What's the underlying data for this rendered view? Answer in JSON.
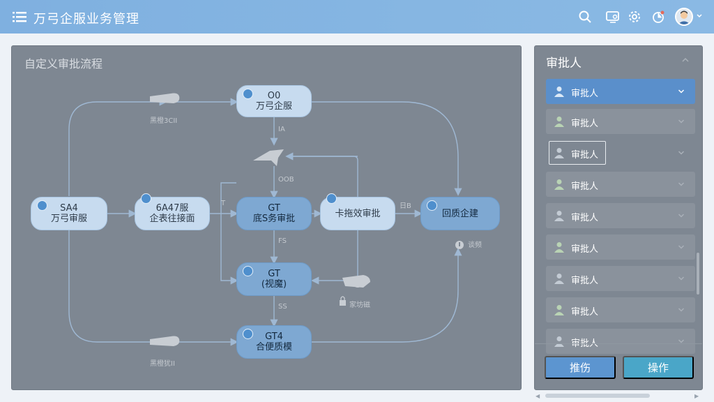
{
  "header": {
    "title": "万弓企服业务管理",
    "icons": [
      "menu-icon",
      "search-icon",
      "monitor-icon",
      "settings-icon",
      "notification-icon",
      "avatar",
      "chevron-down-icon"
    ]
  },
  "canvas": {
    "title": "自定义审批流程",
    "nodes": {
      "top": {
        "line1": "O0",
        "line2": "万弓企服"
      },
      "left": {
        "line1": "SA4",
        "line2": "万弓审服"
      },
      "left2": {
        "line1": "6A47服",
        "line2": "企表往接面"
      },
      "center": {
        "line1": "GT",
        "line2": "底S务审批"
      },
      "right_mid": {
        "line1": "",
        "line2": "卡拖效审批"
      },
      "right": {
        "line1": "",
        "line2": "回质企建"
      },
      "lower_mid": {
        "line1": "GT",
        "line2": "(视魔)"
      },
      "bottom": {
        "line1": "GT4",
        "line2": "合便质模"
      }
    },
    "edge_labels": {
      "top_to_diamond": "IA",
      "diamond_label": "OOB",
      "left2_to_center": "T",
      "center_to_right_mid": "日B",
      "center_down": "FS",
      "lower_to_bottom": "SS",
      "right_below": "谈频"
    },
    "icon_labels": {
      "top_left": "黑橙3CII",
      "bottom_left": "黑橙犹II",
      "lower_right": "家坊磁"
    }
  },
  "panel": {
    "title": "审批人",
    "items": [
      {
        "label": "审批人",
        "state": "active"
      },
      {
        "label": "审批人",
        "state": "normal"
      },
      {
        "label": "审批人",
        "state": "outlined"
      },
      {
        "label": "审批人",
        "state": "normal"
      },
      {
        "label": "审批人",
        "state": "normal"
      },
      {
        "label": "审批人",
        "state": "normal"
      },
      {
        "label": "审批人",
        "state": "normal"
      },
      {
        "label": "审批人",
        "state": "normal"
      },
      {
        "label": "审批人",
        "state": "normal"
      }
    ],
    "buttons": {
      "left": "推伤",
      "right": "操作"
    }
  },
  "colors": {
    "header": "#86b6e2",
    "panel": "#7e8792",
    "node": "#c7dbef",
    "node_dark": "#7ea8d2",
    "active": "#5a8fcb",
    "btn_left": "#5c95d0",
    "btn_right": "#4aa6c8"
  }
}
